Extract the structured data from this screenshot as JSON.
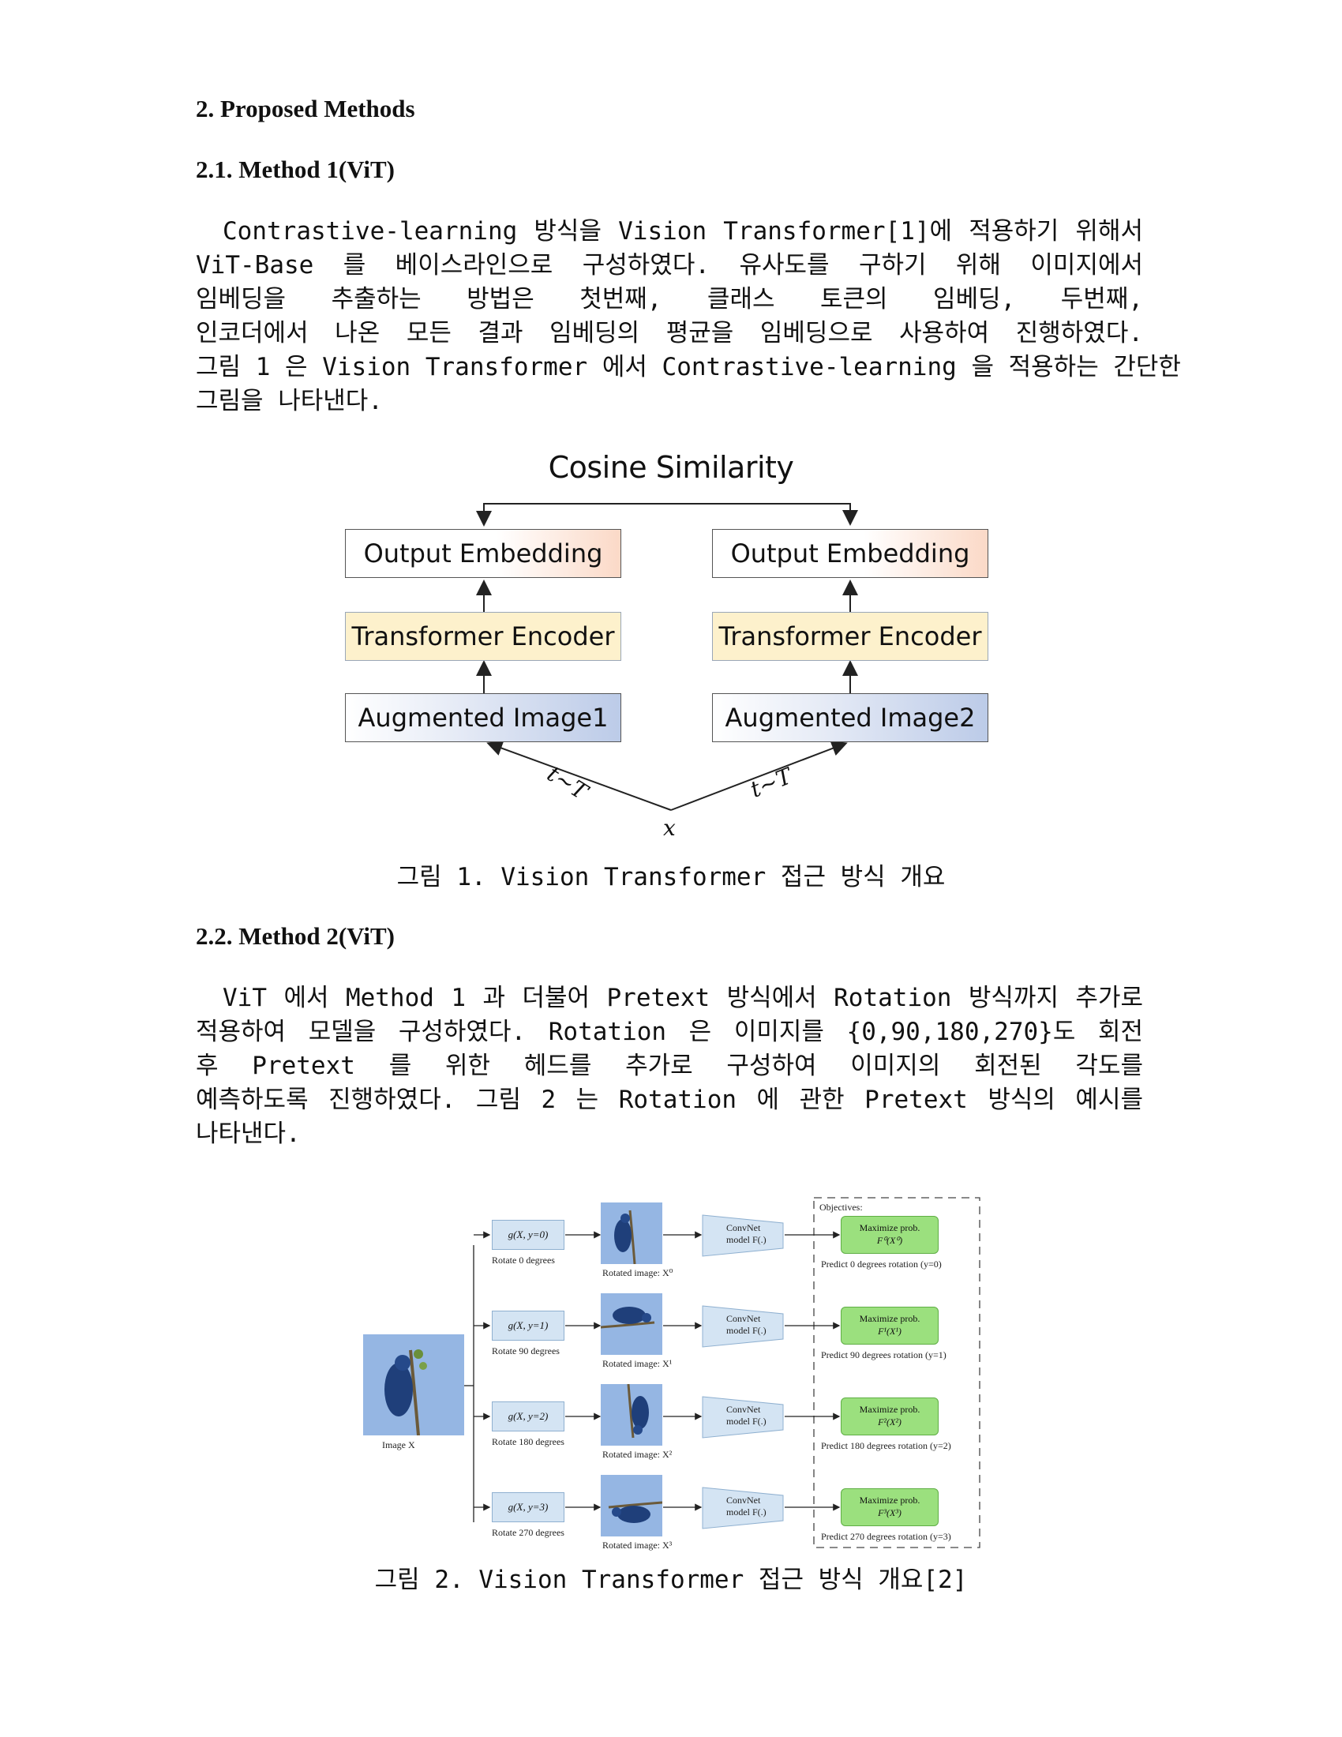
{
  "section": {
    "title": "2. Proposed Methods"
  },
  "method1": {
    "title": "2.1. Method 1(ViT)",
    "lines": [
      "Contrastive-learning 방식을 Vision Transformer[1]에 적용하기 위해서",
      "ViT-Base 를 베이스라인으로 구성하였다. 유사도를 구하기 위해 이미지에서",
      "임베딩을 추출하는 방법은 첫번째, 클래스 토큰의 임베딩, 두번째,",
      "인코더에서 나온 모든 결과 임베딩의 평균을 임베딩으로 사용하여 진행하였다.",
      "그림 1 은 Vision Transformer 에서 Contrastive-learning 을 적용하는 간단한",
      "그림을 나타낸다."
    ]
  },
  "figure1": {
    "title": "Cosine Similarity",
    "left": {
      "output": "Output Embedding",
      "encoder": "Transformer Encoder",
      "input": "Augmented Image1",
      "edge_label": "t~T"
    },
    "right": {
      "output": "Output Embedding",
      "encoder": "Transformer Encoder",
      "input": "Augmented Image2",
      "edge_label": "t~T"
    },
    "source": "x",
    "caption": "그림 1. Vision Transformer 접근 방식 개요"
  },
  "method2": {
    "title": "2.2. Method 2(ViT)",
    "lines": [
      "ViT 에서 Method 1 과 더불어 Pretext 방식에서 Rotation 방식까지 추가로",
      "적용하여 모델을 구성하였다. Rotation 은 이미지를 {0,90,180,270}도 회전",
      "후 Pretext 를 위한 헤드를 추가로 구성하여 이미지의 회전된 각도를",
      "예측하도록 진행하였다. 그림 2 는 Rotation 에 관한 Pretext 방식의 예시를",
      "나타낸다."
    ]
  },
  "figure2": {
    "input_label": "Image X",
    "objectives_label": "Objectives:",
    "rows": [
      {
        "g": "g(X, y=0)",
        "rotate": "Rotate 0 degrees",
        "rotated": "Rotated image: X⁰",
        "model": "ConvNet model F(.)",
        "max": "Maximize prob.",
        "prob": "F⁰(X⁰)",
        "predict": "Predict 0 degrees rotation (y=0)"
      },
      {
        "g": "g(X, y=1)",
        "rotate": "Rotate 90 degrees",
        "rotated": "Rotated image: X¹",
        "model": "ConvNet model F(.)",
        "max": "Maximize prob.",
        "prob": "F¹(X¹)",
        "predict": "Predict 90 degrees rotation (y=1)"
      },
      {
        "g": "g(X, y=2)",
        "rotate": "Rotate 180 degrees",
        "rotated": "Rotated image: X²",
        "model": "ConvNet model F(.)",
        "max": "Maximize prob.",
        "prob": "F²(X²)",
        "predict": "Predict 180 degrees rotation (y=2)"
      },
      {
        "g": "g(X, y=3)",
        "rotate": "Rotate 270 degrees",
        "rotated": "Rotated image: X³",
        "model": "ConvNet model F(.)",
        "max": "Maximize prob.",
        "prob": "F³(X³)",
        "predict": "Predict 270 degrees rotation (y=3)"
      }
    ],
    "caption": "그림 2. Vision Transformer 접근 방식 개요[2]"
  }
}
